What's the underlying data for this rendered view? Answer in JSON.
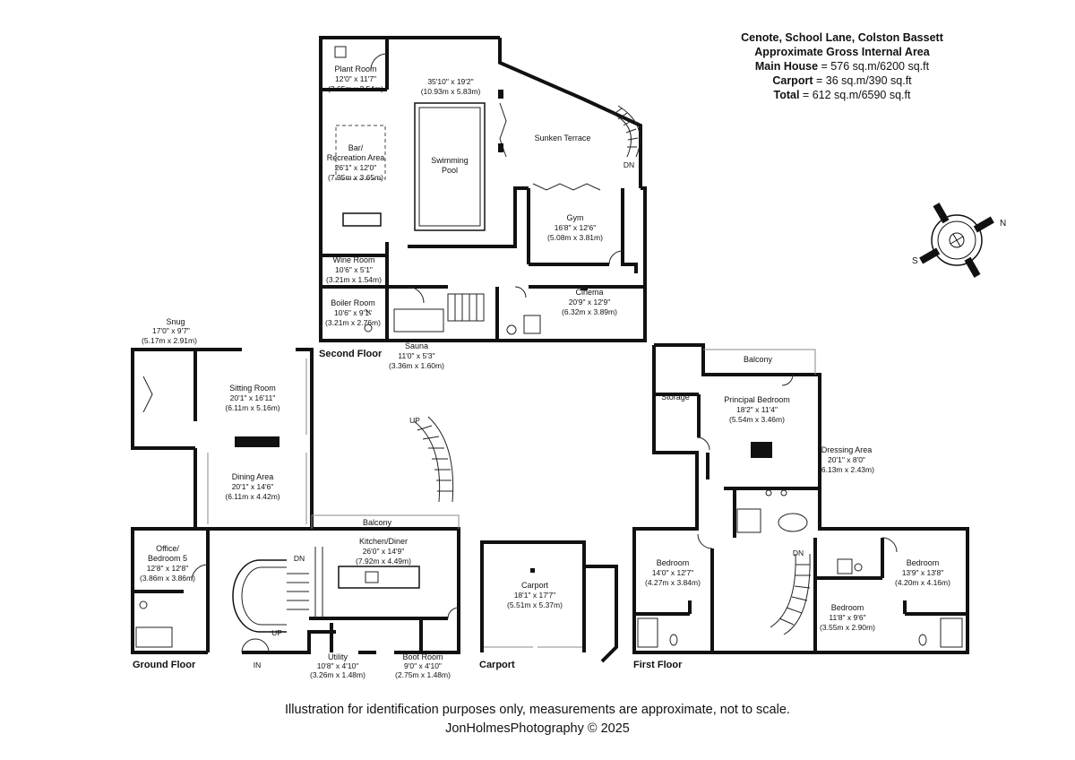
{
  "header": {
    "address": "Cenote, School Lane, Colston Bassett",
    "subtitle": "Approximate Gross Internal Area",
    "main_house_label": "Main House",
    "main_house_value": "576 sq.m/6200 sq.ft",
    "carport_label": "Carport",
    "carport_value": "36 sq.m/390 sq.ft",
    "total_label": "Total",
    "total_value": "612 sq.m/6590 sq.ft"
  },
  "footer": {
    "disclaimer": "Illustration for identification purposes only, measurements are approximate, not to scale.",
    "credit": "JonHolmesPhotography © 2025"
  },
  "floors": {
    "second": "Second Floor",
    "ground": "Ground Floor",
    "carport": "Carport",
    "first": "First Floor"
  },
  "rooms": {
    "plant_room": {
      "name": "Plant Room",
      "imperial": "12'0\" x 11'7\"",
      "metric": "(3.65m x 3.54m)"
    },
    "pool_area": {
      "imperial": "35'10\" x 19'2\"",
      "metric": "(10.93m x 5.83m)"
    },
    "swimming_pool": {
      "line1": "Swimming",
      "line2": "Pool"
    },
    "sunken_terrace": {
      "name": "Sunken Terrace"
    },
    "bar": {
      "line1": "Bar/",
      "line2": "Recreation Area",
      "imperial": "26'1\" x 12'0\"",
      "metric": "(7.95m x 3.65m)"
    },
    "gym": {
      "name": "Gym",
      "imperial": "16'8\" x 12'6\"",
      "metric": "(5.08m x 3.81m)"
    },
    "wine_room": {
      "name": "Wine Room",
      "imperial": "10'6\" x 5'1\"",
      "metric": "(3.21m x 1.54m)"
    },
    "cinema": {
      "name": "Cinema",
      "imperial": "20'9\" x 12'9\"",
      "metric": "(6.32m x 3.89m)"
    },
    "boiler_room": {
      "name": "Boiler Room",
      "imperial": "10'6\" x 9'1\"",
      "metric": "(3.21m x 2.76m)"
    },
    "sauna": {
      "name": "Sauna",
      "imperial": "11'0\" x 5'3\"",
      "metric": "(3.36m x 1.60m)"
    },
    "snug": {
      "name": "Snug",
      "imperial": "17'0\" x 9'7\"",
      "metric": "(5.17m x 2.91m)"
    },
    "sitting_room": {
      "name": "Sitting Room",
      "imperial": "20'1\" x 16'11\"",
      "metric": "(6.11m x 5.16m)"
    },
    "dining_area": {
      "name": "Dining Area",
      "imperial": "20'1\" x 14'6\"",
      "metric": "(6.11m x 4.42m)"
    },
    "balcony_ground": {
      "name": "Balcony"
    },
    "kitchen": {
      "name": "Kitchen/Diner",
      "imperial": "26'0\" x 14'9\"",
      "metric": "(7.92m x 4.49m)"
    },
    "office": {
      "line1": "Office/",
      "line2": "Bedroom 5",
      "imperial": "12'8\" x 12'8\"",
      "metric": "(3.86m x 3.86m)"
    },
    "utility": {
      "name": "Utility",
      "imperial": "10'8\" x 4'10\"",
      "metric": "(3.26m x 1.48m)"
    },
    "boot_room": {
      "name": "Boot Room",
      "imperial": "9'0\" x 4'10\"",
      "metric": "(2.75m x 1.48m)"
    },
    "carport": {
      "name": "Carport",
      "imperial": "18'1\" x 17'7\"",
      "metric": "(5.51m x 5.37m)"
    },
    "balcony_first": {
      "name": "Balcony"
    },
    "storage": {
      "name": "Storage"
    },
    "principal_bedroom": {
      "name": "Principal Bedroom",
      "imperial": "18'2\" x 11'4\"",
      "metric": "(5.54m x 3.46m)"
    },
    "dressing_area": {
      "name": "Dressing Area",
      "imperial": "20'1\" x 8'0\"",
      "metric": "(6.13m x 2.43m)"
    },
    "bedroom_a": {
      "name": "Bedroom",
      "imperial": "14'0\" x 12'7\"",
      "metric": "(4.27m x 3.84m)"
    },
    "bedroom_b": {
      "name": "Bedroom",
      "imperial": "13'9\" x 13'8\"",
      "metric": "(4.20m x 4.16m)"
    },
    "bedroom_c": {
      "name": "Bedroom",
      "imperial": "11'8\" x 9'6\"",
      "metric": "(3.55m x 2.90m)"
    }
  },
  "markers": {
    "dn": "DN",
    "up": "UP",
    "in": "IN"
  },
  "compass": {
    "n": "N",
    "s": "S"
  }
}
